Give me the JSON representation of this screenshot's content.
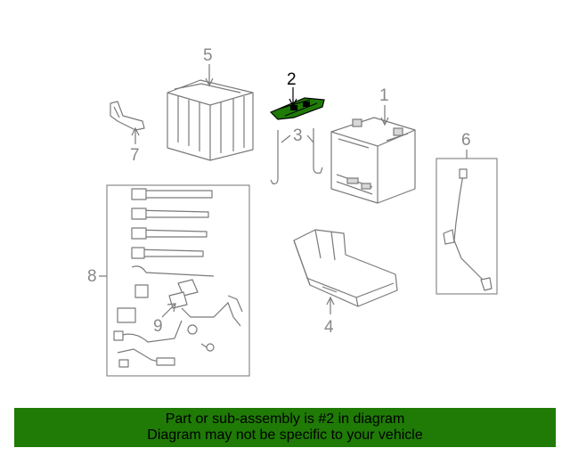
{
  "diagram": {
    "callouts": [
      "1",
      "2",
      "3",
      "4",
      "5",
      "6",
      "7",
      "8",
      "9"
    ],
    "highlighted_callout": "2",
    "highlight_color": "#1f7a06"
  },
  "banner": {
    "line1": "Part or sub-assembly is #2 in diagram",
    "line2": "Diagram may not be specific to your vehicle",
    "background_color": "#1f7a06"
  }
}
